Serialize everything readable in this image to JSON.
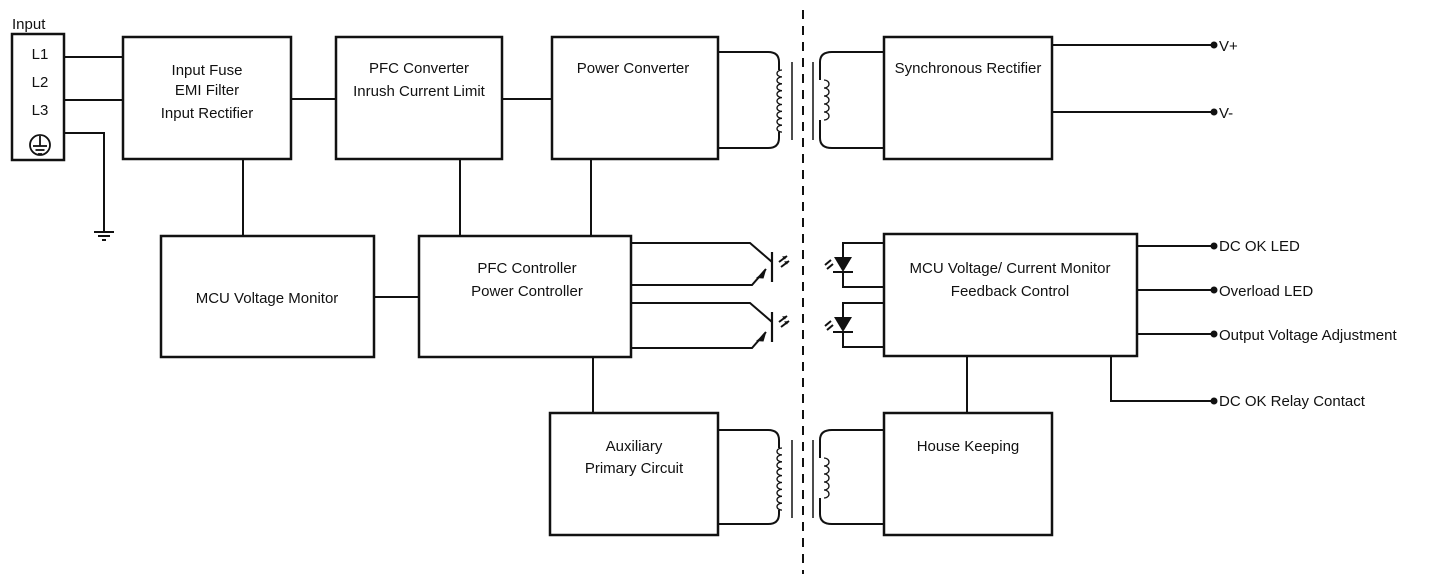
{
  "input": {
    "title": "Input",
    "lines": [
      "L1",
      "L2",
      "L3"
    ],
    "ground_icon": "protective-earth-icon"
  },
  "blocks": {
    "input_fuse": [
      "Input Fuse",
      "EMI Filter",
      "Input Rectifier"
    ],
    "pfc_converter": [
      "PFC Converter",
      "Inrush Current Limit"
    ],
    "power_converter": [
      "Power Converter"
    ],
    "sync_rectifier": [
      "Synchronous Rectifier"
    ],
    "mcu_voltage_monitor": [
      "MCU Voltage Monitor"
    ],
    "pfc_controller": [
      "PFC Controller",
      "Power Controller"
    ],
    "mcu_vc_monitor": [
      "MCU Voltage/ Current Monitor",
      "Feedback Control"
    ],
    "auxiliary": [
      "Auxiliary",
      "Primary Circuit"
    ],
    "house_keeping": [
      "House Keeping"
    ]
  },
  "outputs": {
    "v_plus": "V+",
    "v_minus": "V-",
    "dc_ok_led": "DC OK LED",
    "overload_led": "Overload LED",
    "output_voltage_adjustment": "Output Voltage Adjustment",
    "dc_ok_relay_contact": "DC OK Relay Contact"
  },
  "icons": {
    "transformer": "transformer-icon",
    "optocoupler": "optocoupler-icon",
    "ground": "ground-icon"
  },
  "colors": {
    "line": "#111111",
    "background": "#ffffff"
  }
}
